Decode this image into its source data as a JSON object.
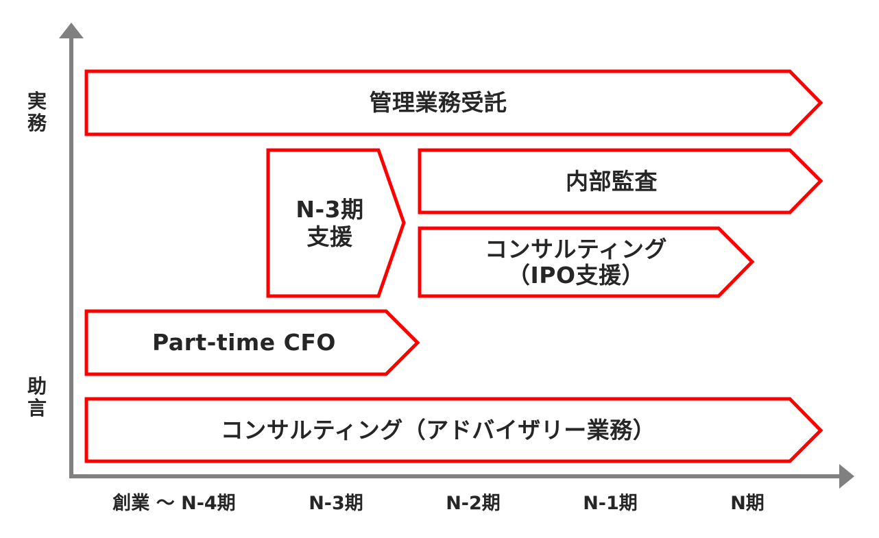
{
  "colors": {
    "box_stroke": "#FF0000",
    "axis": "#808080",
    "text": "#262626",
    "background": "#FFFFFF"
  },
  "y_axis": {
    "top_label": "実\n務",
    "bottom_label": "助\n言"
  },
  "x_axis": {
    "ticks": [
      "創業 ～ N-4期",
      "N-3期",
      "N-2期",
      "N-1期",
      "N期"
    ]
  },
  "boxes": [
    {
      "id": "management-outsourcing",
      "label": "管理業務受託"
    },
    {
      "id": "n3-support",
      "label": "N-3期\n支援"
    },
    {
      "id": "internal-audit",
      "label": "内部監査"
    },
    {
      "id": "ipo-consulting",
      "label": "コンサルティング\n（IPO支援）"
    },
    {
      "id": "part-time-cfo",
      "label": "Part-time CFO"
    },
    {
      "id": "advisory-consulting",
      "label": "コンサルティング（アドバイザリー業務）"
    }
  ]
}
